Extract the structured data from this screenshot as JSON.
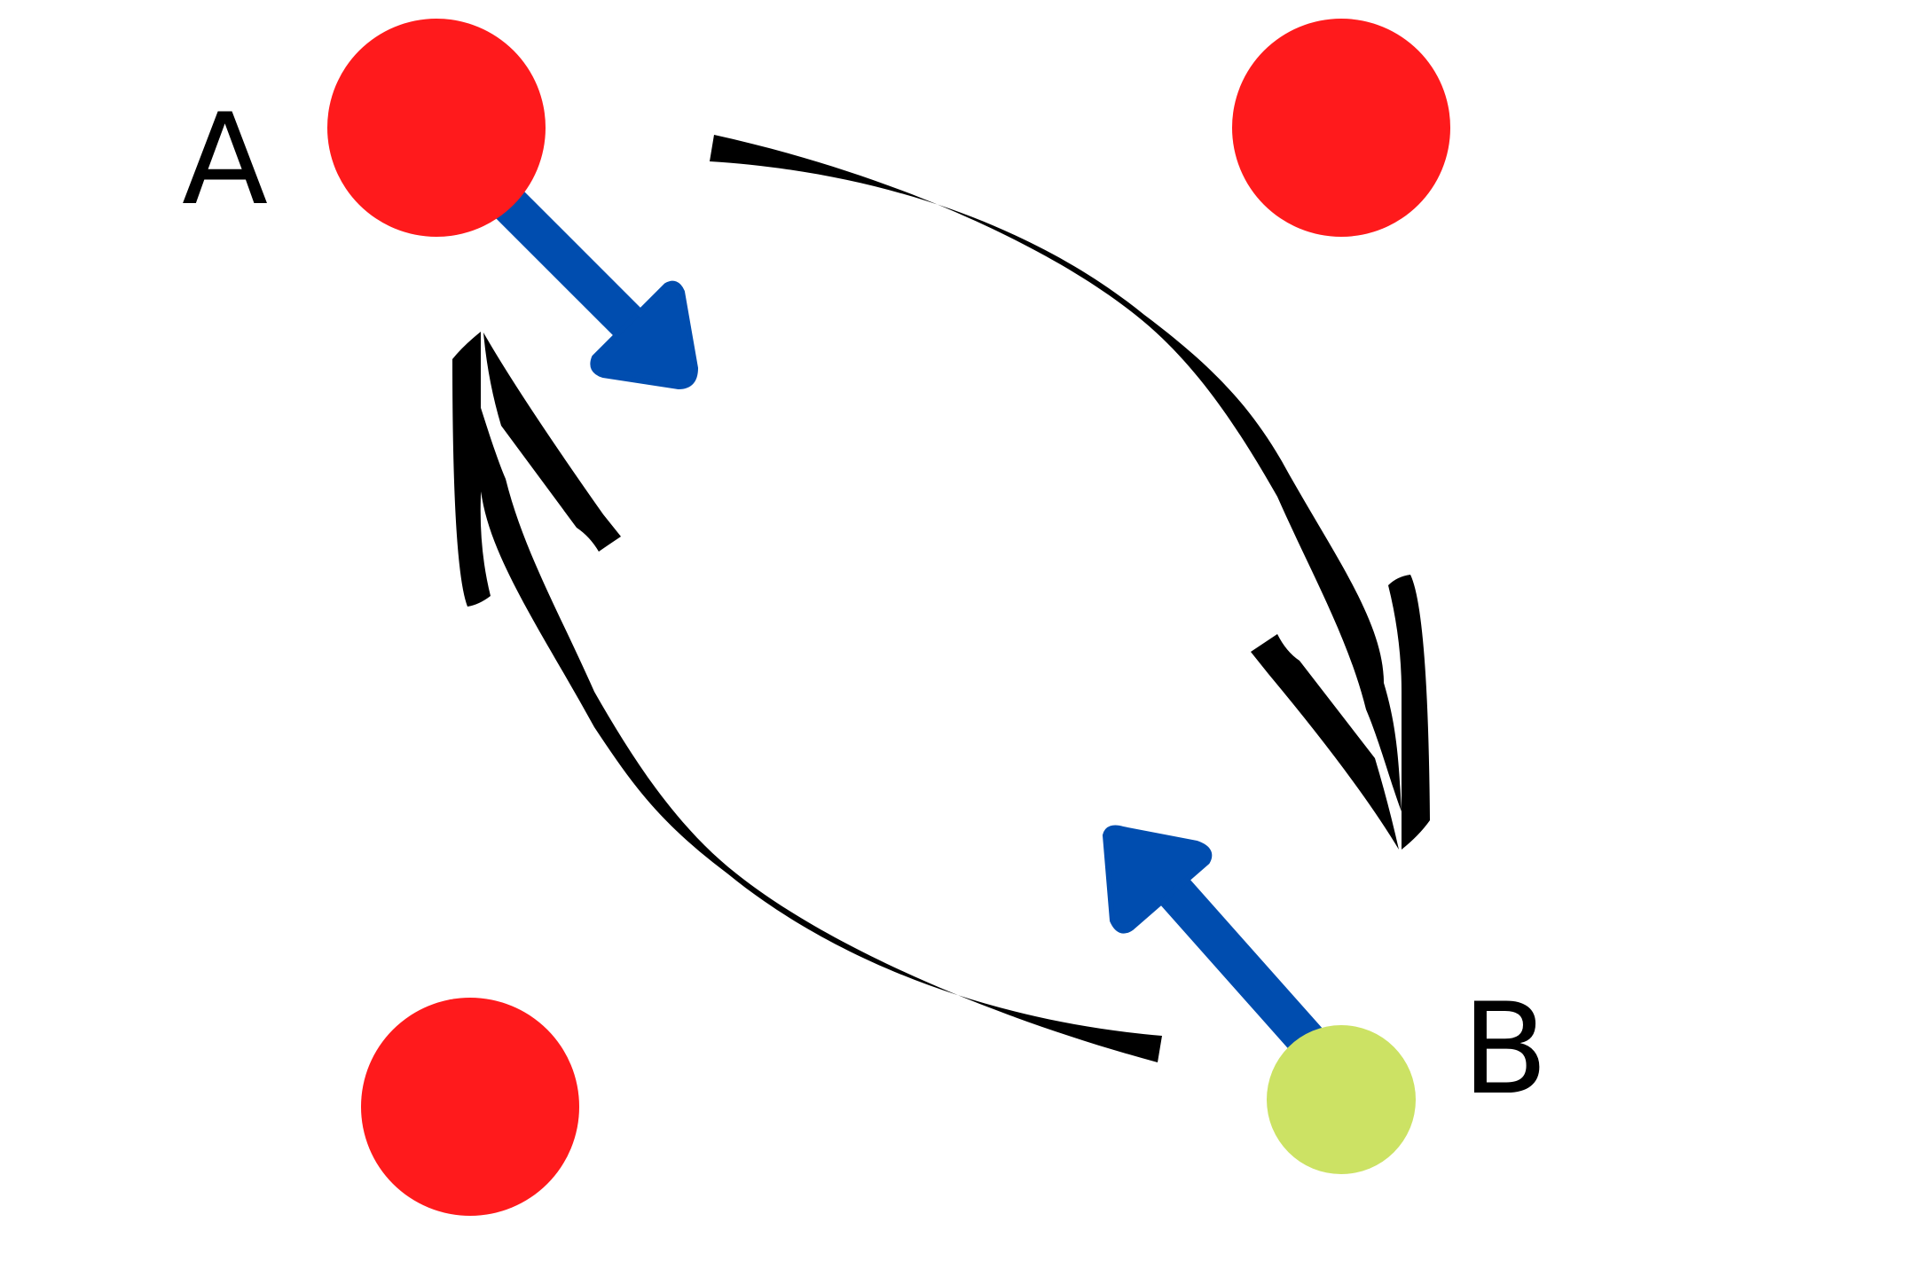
{
  "labels": {
    "a": "A",
    "b": "B"
  },
  "colors": {
    "red_node": "#ff1a1c",
    "green_node": "#cce264",
    "blue_arrow": "#004daf",
    "black_arrow": "#000000",
    "background": "#ffffff"
  },
  "nodes": [
    {
      "id": "A",
      "color": "red"
    },
    {
      "id": "top-right",
      "color": "red"
    },
    {
      "id": "bottom-left",
      "color": "red"
    },
    {
      "id": "B",
      "color": "green"
    }
  ]
}
